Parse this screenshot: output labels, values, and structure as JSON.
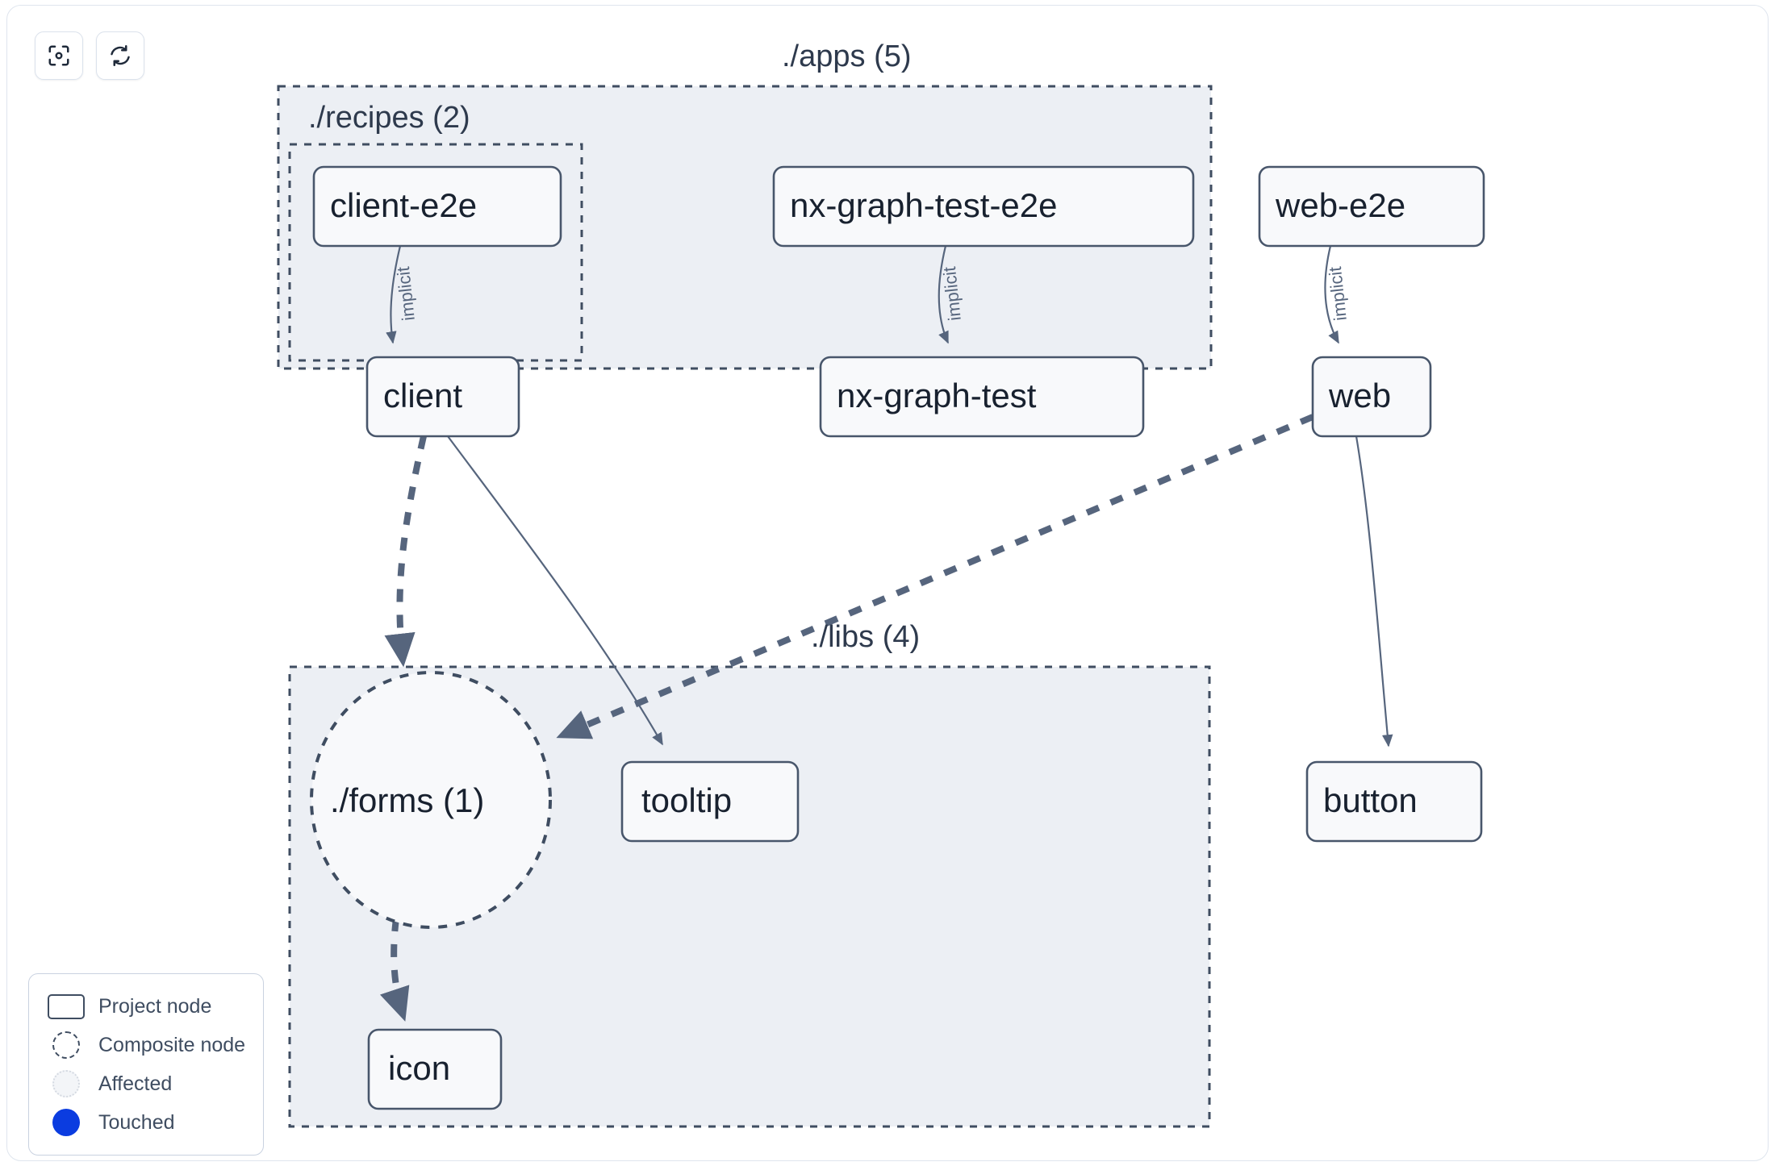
{
  "toolbar": {
    "buttons": [
      {
        "name": "focus-graph-button",
        "icon": "focus-target-icon",
        "title": "Focus graph"
      },
      {
        "name": "refresh-graph-button",
        "icon": "refresh-icon",
        "title": "Refresh graph"
      }
    ]
  },
  "graph": {
    "groups": [
      {
        "id": "apps",
        "label": "./apps (5)"
      },
      {
        "id": "recipes",
        "label": "./recipes (2)"
      },
      {
        "id": "libs",
        "label": "./libs (4)"
      }
    ],
    "nodes": [
      {
        "id": "client-e2e",
        "label": "client-e2e",
        "type": "project",
        "group": "recipes"
      },
      {
        "id": "client",
        "label": "client",
        "type": "project",
        "group": "recipes"
      },
      {
        "id": "nx-graph-test-e2e",
        "label": "nx-graph-test-e2e",
        "type": "project",
        "group": "apps"
      },
      {
        "id": "nx-graph-test",
        "label": "nx-graph-test",
        "type": "project",
        "group": "apps"
      },
      {
        "id": "web-e2e",
        "label": "web-e2e",
        "type": "project",
        "group": "apps"
      },
      {
        "id": "web",
        "label": "web",
        "type": "project",
        "group": "apps"
      },
      {
        "id": "forms",
        "label": "./forms (1)",
        "type": "composite",
        "group": "libs"
      },
      {
        "id": "tooltip",
        "label": "tooltip",
        "type": "project",
        "group": "libs"
      },
      {
        "id": "button",
        "label": "button",
        "type": "project",
        "group": "libs"
      },
      {
        "id": "icon",
        "label": "icon",
        "type": "project",
        "group": "libs"
      }
    ],
    "edges": [
      {
        "source": "client-e2e",
        "target": "client",
        "label": "implicit",
        "style": "solid"
      },
      {
        "source": "nx-graph-test-e2e",
        "target": "nx-graph-test",
        "label": "implicit",
        "style": "solid"
      },
      {
        "source": "web-e2e",
        "target": "web",
        "label": "implicit",
        "style": "solid"
      },
      {
        "source": "client",
        "target": "forms",
        "label": "",
        "style": "dashed"
      },
      {
        "source": "client",
        "target": "tooltip",
        "label": "",
        "style": "solid"
      },
      {
        "source": "web",
        "target": "forms",
        "label": "",
        "style": "dashed"
      },
      {
        "source": "web",
        "target": "button",
        "label": "",
        "style": "solid"
      },
      {
        "source": "forms",
        "target": "icon",
        "label": "",
        "style": "dashed"
      }
    ]
  },
  "legend": {
    "items": [
      {
        "swatch": "project-node-swatch",
        "label": "Project node"
      },
      {
        "swatch": "composite-node-swatch",
        "label": "Composite node"
      },
      {
        "swatch": "affected-swatch",
        "label": "Affected"
      },
      {
        "swatch": "touched-swatch",
        "label": "Touched"
      }
    ]
  },
  "colors": {
    "group_fill": "#eceff4",
    "group_border": "#3f4d61",
    "node_fill": "#f8f9fb",
    "node_border": "#48566b",
    "edge": "#56657d",
    "touched": "#0b3ce0",
    "panel_border": "#dfe5ee"
  }
}
